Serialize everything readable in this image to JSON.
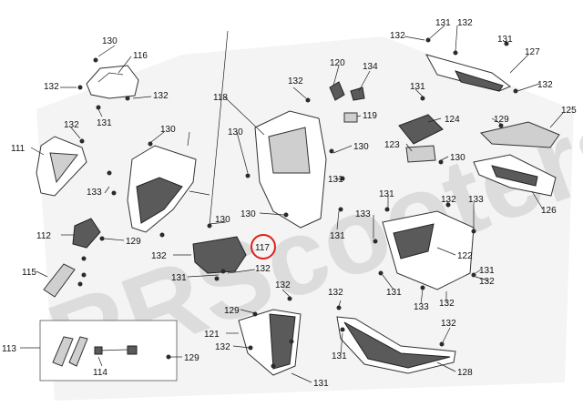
{
  "watermark": "RRScooters",
  "highlight_color": "#e0201b",
  "labels": {
    "l111": "111",
    "l112": "112",
    "l113": "113",
    "l114": "114",
    "l115": "115",
    "l116": "116",
    "l117": "117",
    "l118": "118",
    "l119": "119",
    "l120": "120",
    "l121": "121",
    "l122": "122",
    "l123": "123",
    "l124": "124",
    "l125": "125",
    "l126": "126",
    "l127": "127",
    "l128": "128",
    "l129": "129",
    "l130": "130",
    "l131": "131",
    "l132": "132",
    "l133": "133",
    "l134": "134"
  }
}
